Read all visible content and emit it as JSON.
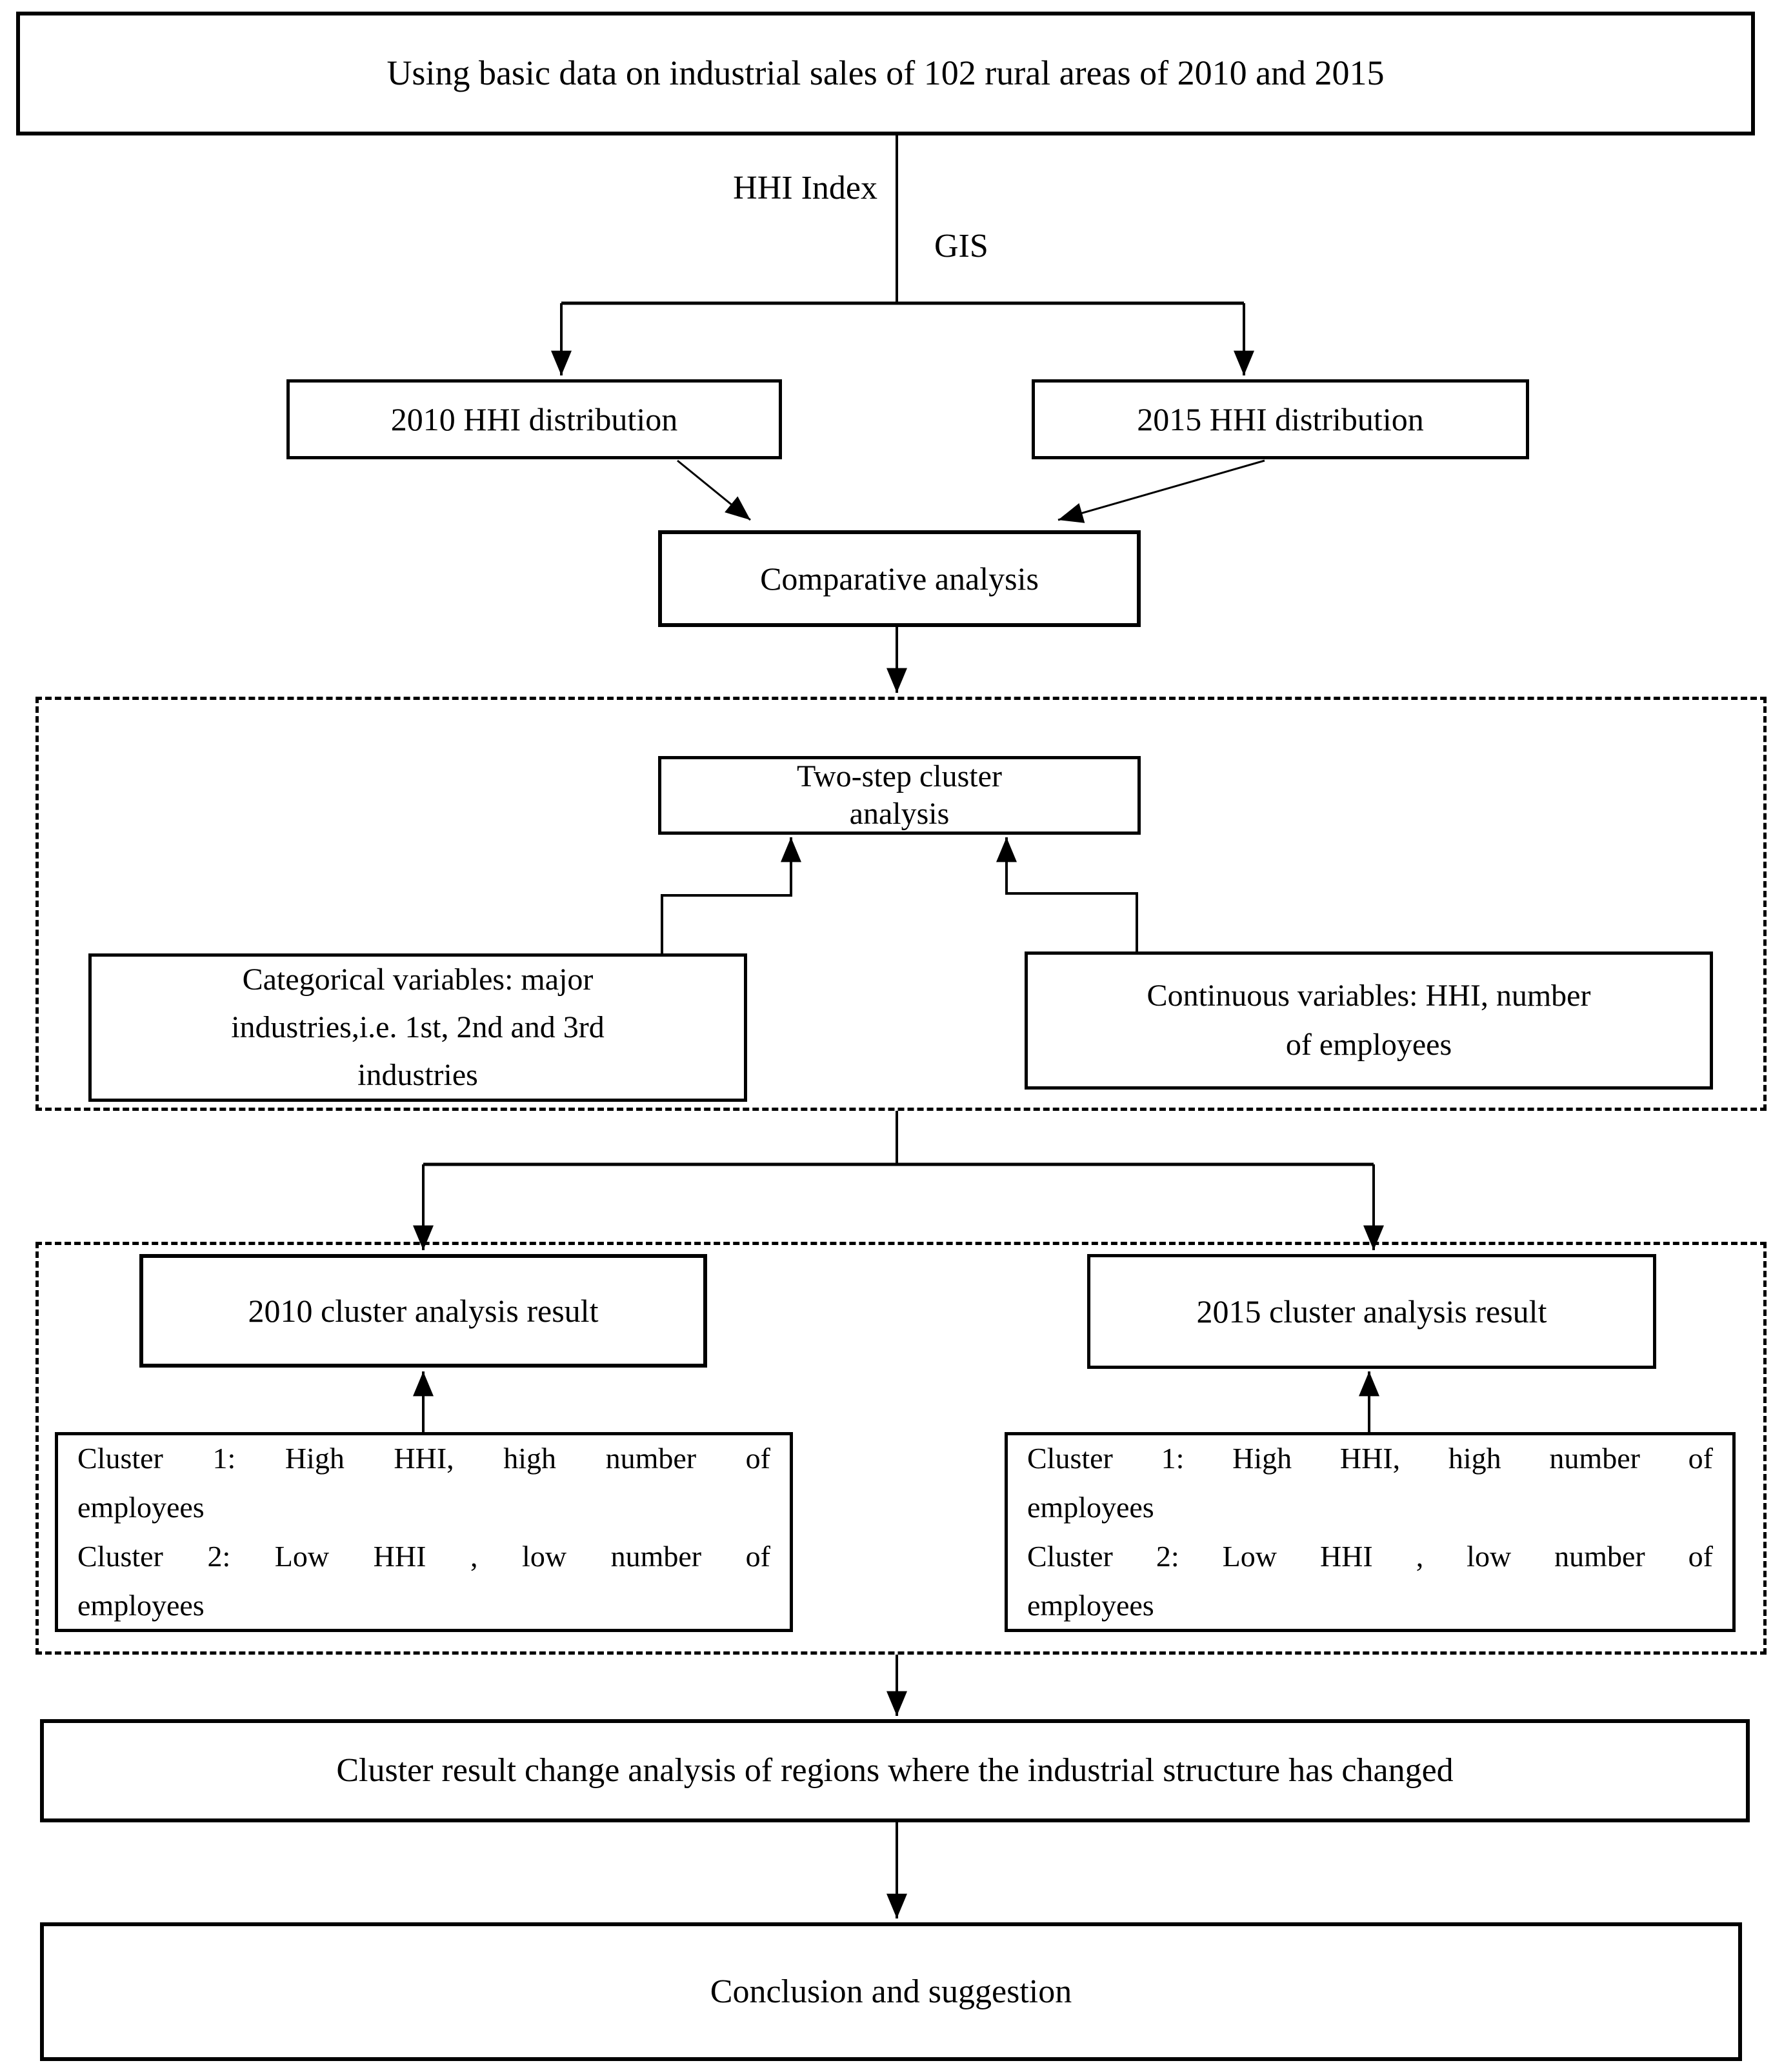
{
  "diagram": {
    "title_hint": "Research flow chart",
    "background_color": "#ffffff",
    "ink_color": "#000000",
    "edge_labels": {
      "hhi_index": "HHI Index",
      "gis": "GIS"
    },
    "nodes": {
      "source": {
        "label": "Using basic data on industrial sales of 102 rural areas of 2010 and 2015"
      },
      "hhi_2010": {
        "label": "2010 HHI distribution"
      },
      "hhi_2015": {
        "label": "2015 HHI distribution"
      },
      "comparative": {
        "label": "Comparative analysis"
      },
      "two_step": {
        "lines": [
          "Two-step cluster",
          "analysis"
        ]
      },
      "categorical": {
        "lines": [
          "Categorical variables: major",
          "industries,i.e. 1st, 2nd and 3rd",
          "industries"
        ]
      },
      "continuous": {
        "lines": [
          "Continuous variables: HHI, number",
          "of employees"
        ]
      },
      "result_2010": {
        "label": "2010 cluster analysis result"
      },
      "result_2015": {
        "label": "2015 cluster analysis result"
      },
      "clusters_2010": {
        "lines": [
          "Cluster 1: High HHI, high number of",
          "employees",
          "Cluster 2: Low HHI , low number of",
          "employees"
        ]
      },
      "clusters_2015": {
        "lines": [
          "Cluster 1: High HHI, high number of",
          "employees",
          "Cluster 2: Low HHI , low number of",
          "employees"
        ]
      },
      "change": {
        "label": "Cluster result change analysis of regions where the industrial structure has changed"
      },
      "conclusion": {
        "label": "Conclusion and suggestion"
      }
    }
  }
}
